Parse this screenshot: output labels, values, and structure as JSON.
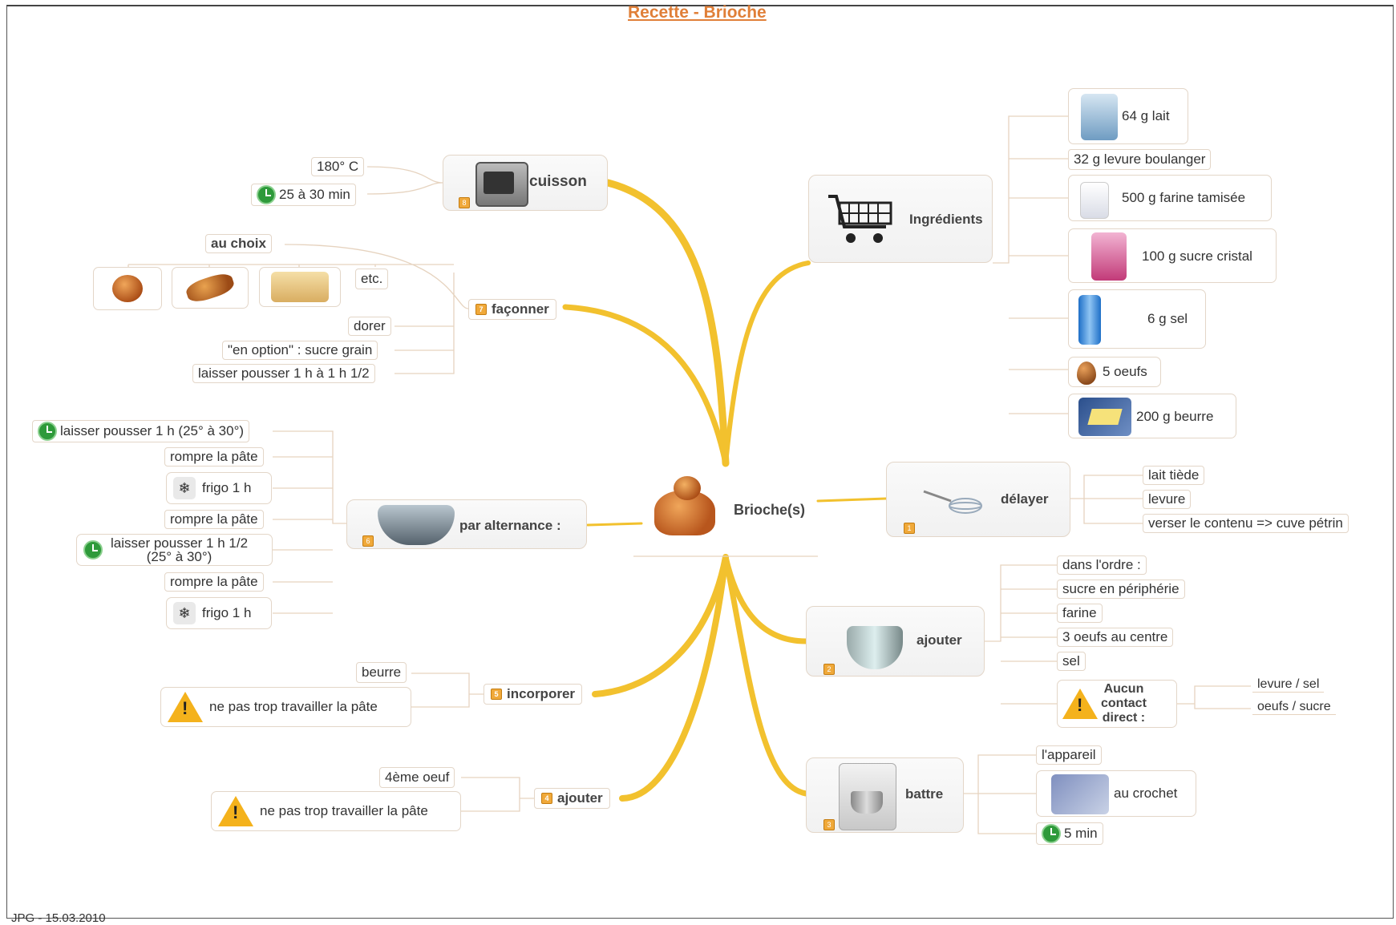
{
  "title": "Recette - Brioche",
  "footer": "JPG - 15.03.2010",
  "center": "Brioche(s)",
  "colors": {
    "branch": "#f2c12e",
    "title": "#e07f38",
    "badge": "#f0a93a"
  },
  "branches": {
    "cuisson": {
      "label": "cuisson",
      "badge": "8",
      "items": [
        "180° C",
        "25 à 30 min"
      ]
    },
    "faconner": {
      "label": "façonner",
      "badge": "7",
      "choice": "au choix",
      "etc": "etc.",
      "items": [
        "dorer",
        "\"en option\" : sucre grain",
        "laisser pousser 1 h à 1 h 1/2"
      ]
    },
    "alternance": {
      "label": "par alternance :",
      "badge": "6",
      "items": [
        "laisser pousser 1 h (25° à 30°)",
        "rompre la pâte",
        "frigo 1 h",
        "rompre la pâte",
        "laisser pousser 1 h 1/2",
        "(25° à 30°)",
        "rompre la pâte",
        "frigo 1 h"
      ]
    },
    "incorporer": {
      "label": "incorporer",
      "badge": "5",
      "items": [
        "beurre",
        "ne pas trop travailler la pâte"
      ]
    },
    "ajouter4": {
      "label": "ajouter",
      "badge": "4",
      "items": [
        "4ème oeuf",
        "ne pas trop travailler la pâte"
      ]
    },
    "ingredients": {
      "label": "Ingrédients",
      "items": [
        "64 g lait",
        "32 g levure boulanger",
        "500 g farine tamisée",
        "100 g sucre cristal",
        "6 g sel",
        "5 oeufs",
        "200 g beurre"
      ]
    },
    "delayer": {
      "label": "délayer",
      "badge": "1",
      "items": [
        "lait tiède",
        "levure",
        "verser le contenu => cuve pétrin"
      ]
    },
    "ajouter2": {
      "label": "ajouter",
      "badge": "2",
      "items": [
        "dans l'ordre :",
        "sucre en périphérie",
        "farine",
        "3 oeufs au centre",
        "sel"
      ],
      "warning": {
        "line1": "Aucun",
        "line2": "contact",
        "line3": "direct :",
        "sub": [
          "levure / sel",
          "oeufs / sucre"
        ]
      }
    },
    "battre": {
      "label": "battre",
      "badge": "3",
      "items": [
        "l'appareil",
        "au crochet",
        "5 min"
      ]
    }
  }
}
